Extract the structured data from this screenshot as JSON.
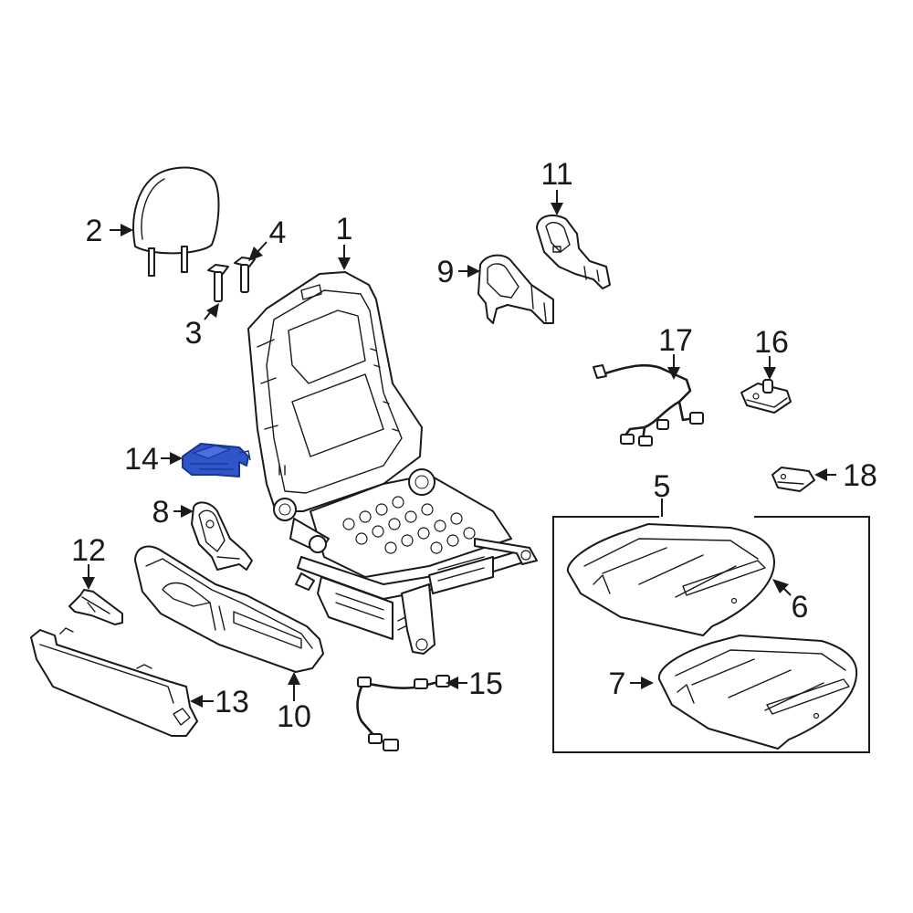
{
  "callouts": {
    "c1": "1",
    "c2": "2",
    "c3": "3",
    "c4": "4",
    "c5": "5",
    "c6": "6",
    "c7": "7",
    "c8": "8",
    "c9": "9",
    "c10": "10",
    "c11": "11",
    "c12": "12",
    "c13": "13",
    "c14": "14",
    "c15": "15",
    "c16": "16",
    "c17": "17",
    "c18": "18"
  },
  "colors": {
    "line": "#1a1a1a",
    "highlight": "#2f55c8",
    "highlight_dark": "#1a3590"
  }
}
